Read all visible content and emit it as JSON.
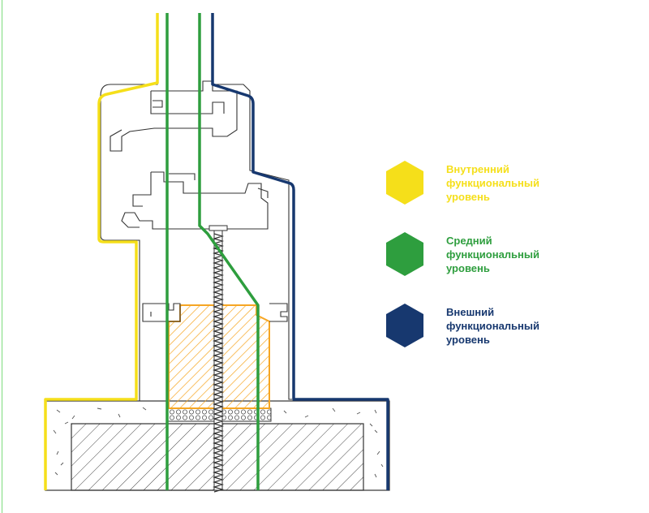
{
  "colors": {
    "inner": "#f5df1a",
    "middle": "#2e9e3e",
    "outer": "#17386f",
    "outline": "#333333",
    "insulation": "#f6a623",
    "frame_border": "#7ddc7d"
  },
  "legend": {
    "items": [
      {
        "label": "Внутренний функциональный уровень",
        "color": "#f5df1a",
        "icon": "yellow-hexagon-icon"
      },
      {
        "label": "Средний функциональный уровень",
        "color": "#2e9e3e",
        "icon": "green-hexagon-icon"
      },
      {
        "label": "Внешний функциональный уровень",
        "color": "#17386f",
        "icon": "navy-hexagon-icon"
      }
    ]
  }
}
